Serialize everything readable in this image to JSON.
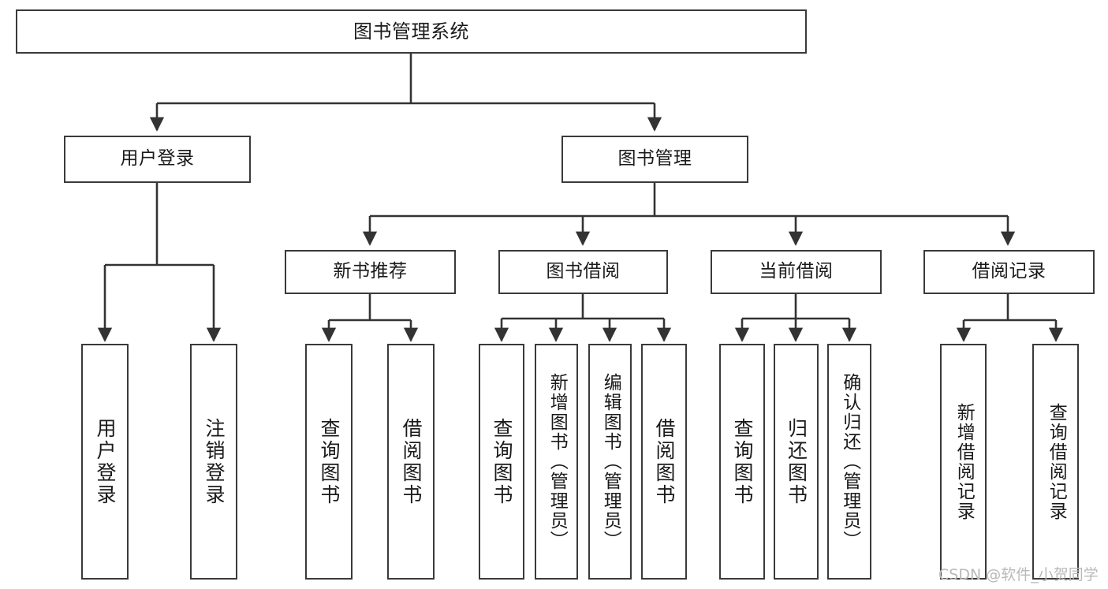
{
  "diagram": {
    "type": "tree",
    "title": "图书管理系统",
    "orientation": "top-down",
    "colors": {
      "box_border": "#3a3a3a",
      "box_fill": "#ffffff",
      "connector": "#333333",
      "text": "#1a1a1a",
      "watermark": "#b9b9b9",
      "background": "#ffffff"
    },
    "root": {
      "label": "图书管理系统"
    },
    "level2": [
      {
        "label": "用户登录"
      },
      {
        "label": "图书管理"
      }
    ],
    "level3": [
      {
        "label": "新书推荐"
      },
      {
        "label": "图书借阅"
      },
      {
        "label": "当前借阅"
      },
      {
        "label": "借阅记录"
      }
    ],
    "leaves": {
      "user_login": [
        {
          "label": "用户登录"
        },
        {
          "label": "注销登录"
        }
      ],
      "new_book_recommend": [
        {
          "label": "查询图书"
        },
        {
          "label": "借阅图书"
        }
      ],
      "book_borrow": [
        {
          "label": "查询图书"
        },
        {
          "label": "新增图书（管理员）"
        },
        {
          "label": "编辑图书（管理员）"
        },
        {
          "label": "借阅图书"
        }
      ],
      "current_borrow": [
        {
          "label": "查询图书"
        },
        {
          "label": "归还图书"
        },
        {
          "label": "确认归还（管理员）"
        }
      ],
      "borrow_records": [
        {
          "label": "新增借阅记录"
        },
        {
          "label": "查询借阅记录"
        }
      ]
    }
  },
  "watermark": {
    "text": "CSDN @软件_小贺同学"
  }
}
